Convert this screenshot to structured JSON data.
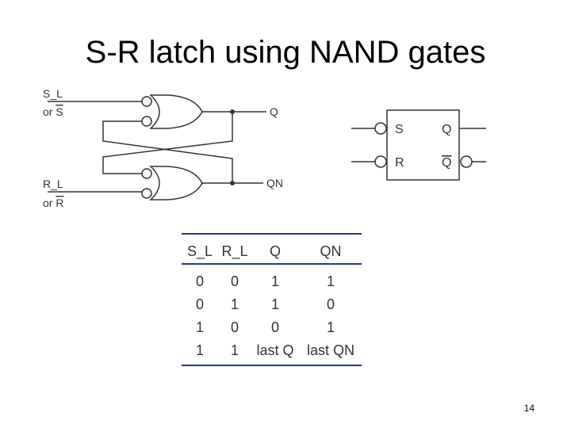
{
  "slide": {
    "title": "S-R latch using NAND gates",
    "page_number": "14"
  },
  "circuit": {
    "s_label": "S_L",
    "s_alt_prefix": "or ",
    "s_alt_symbol": "S",
    "r_label": "R_L",
    "r_alt_prefix": "or ",
    "r_alt_symbol": "R",
    "q_output": "Q",
    "qn_output": "QN"
  },
  "symbol": {
    "s": "S",
    "r": "R",
    "q": "Q",
    "q_bar": "Q"
  },
  "truth_table": {
    "headers": [
      "S_L",
      "R_L",
      "Q",
      "QN"
    ],
    "rows": [
      [
        "0",
        "0",
        "1",
        "1"
      ],
      [
        "0",
        "1",
        "1",
        "0"
      ],
      [
        "1",
        "0",
        "0",
        "1"
      ],
      [
        "1",
        "1",
        "last Q",
        "last QN"
      ]
    ]
  }
}
